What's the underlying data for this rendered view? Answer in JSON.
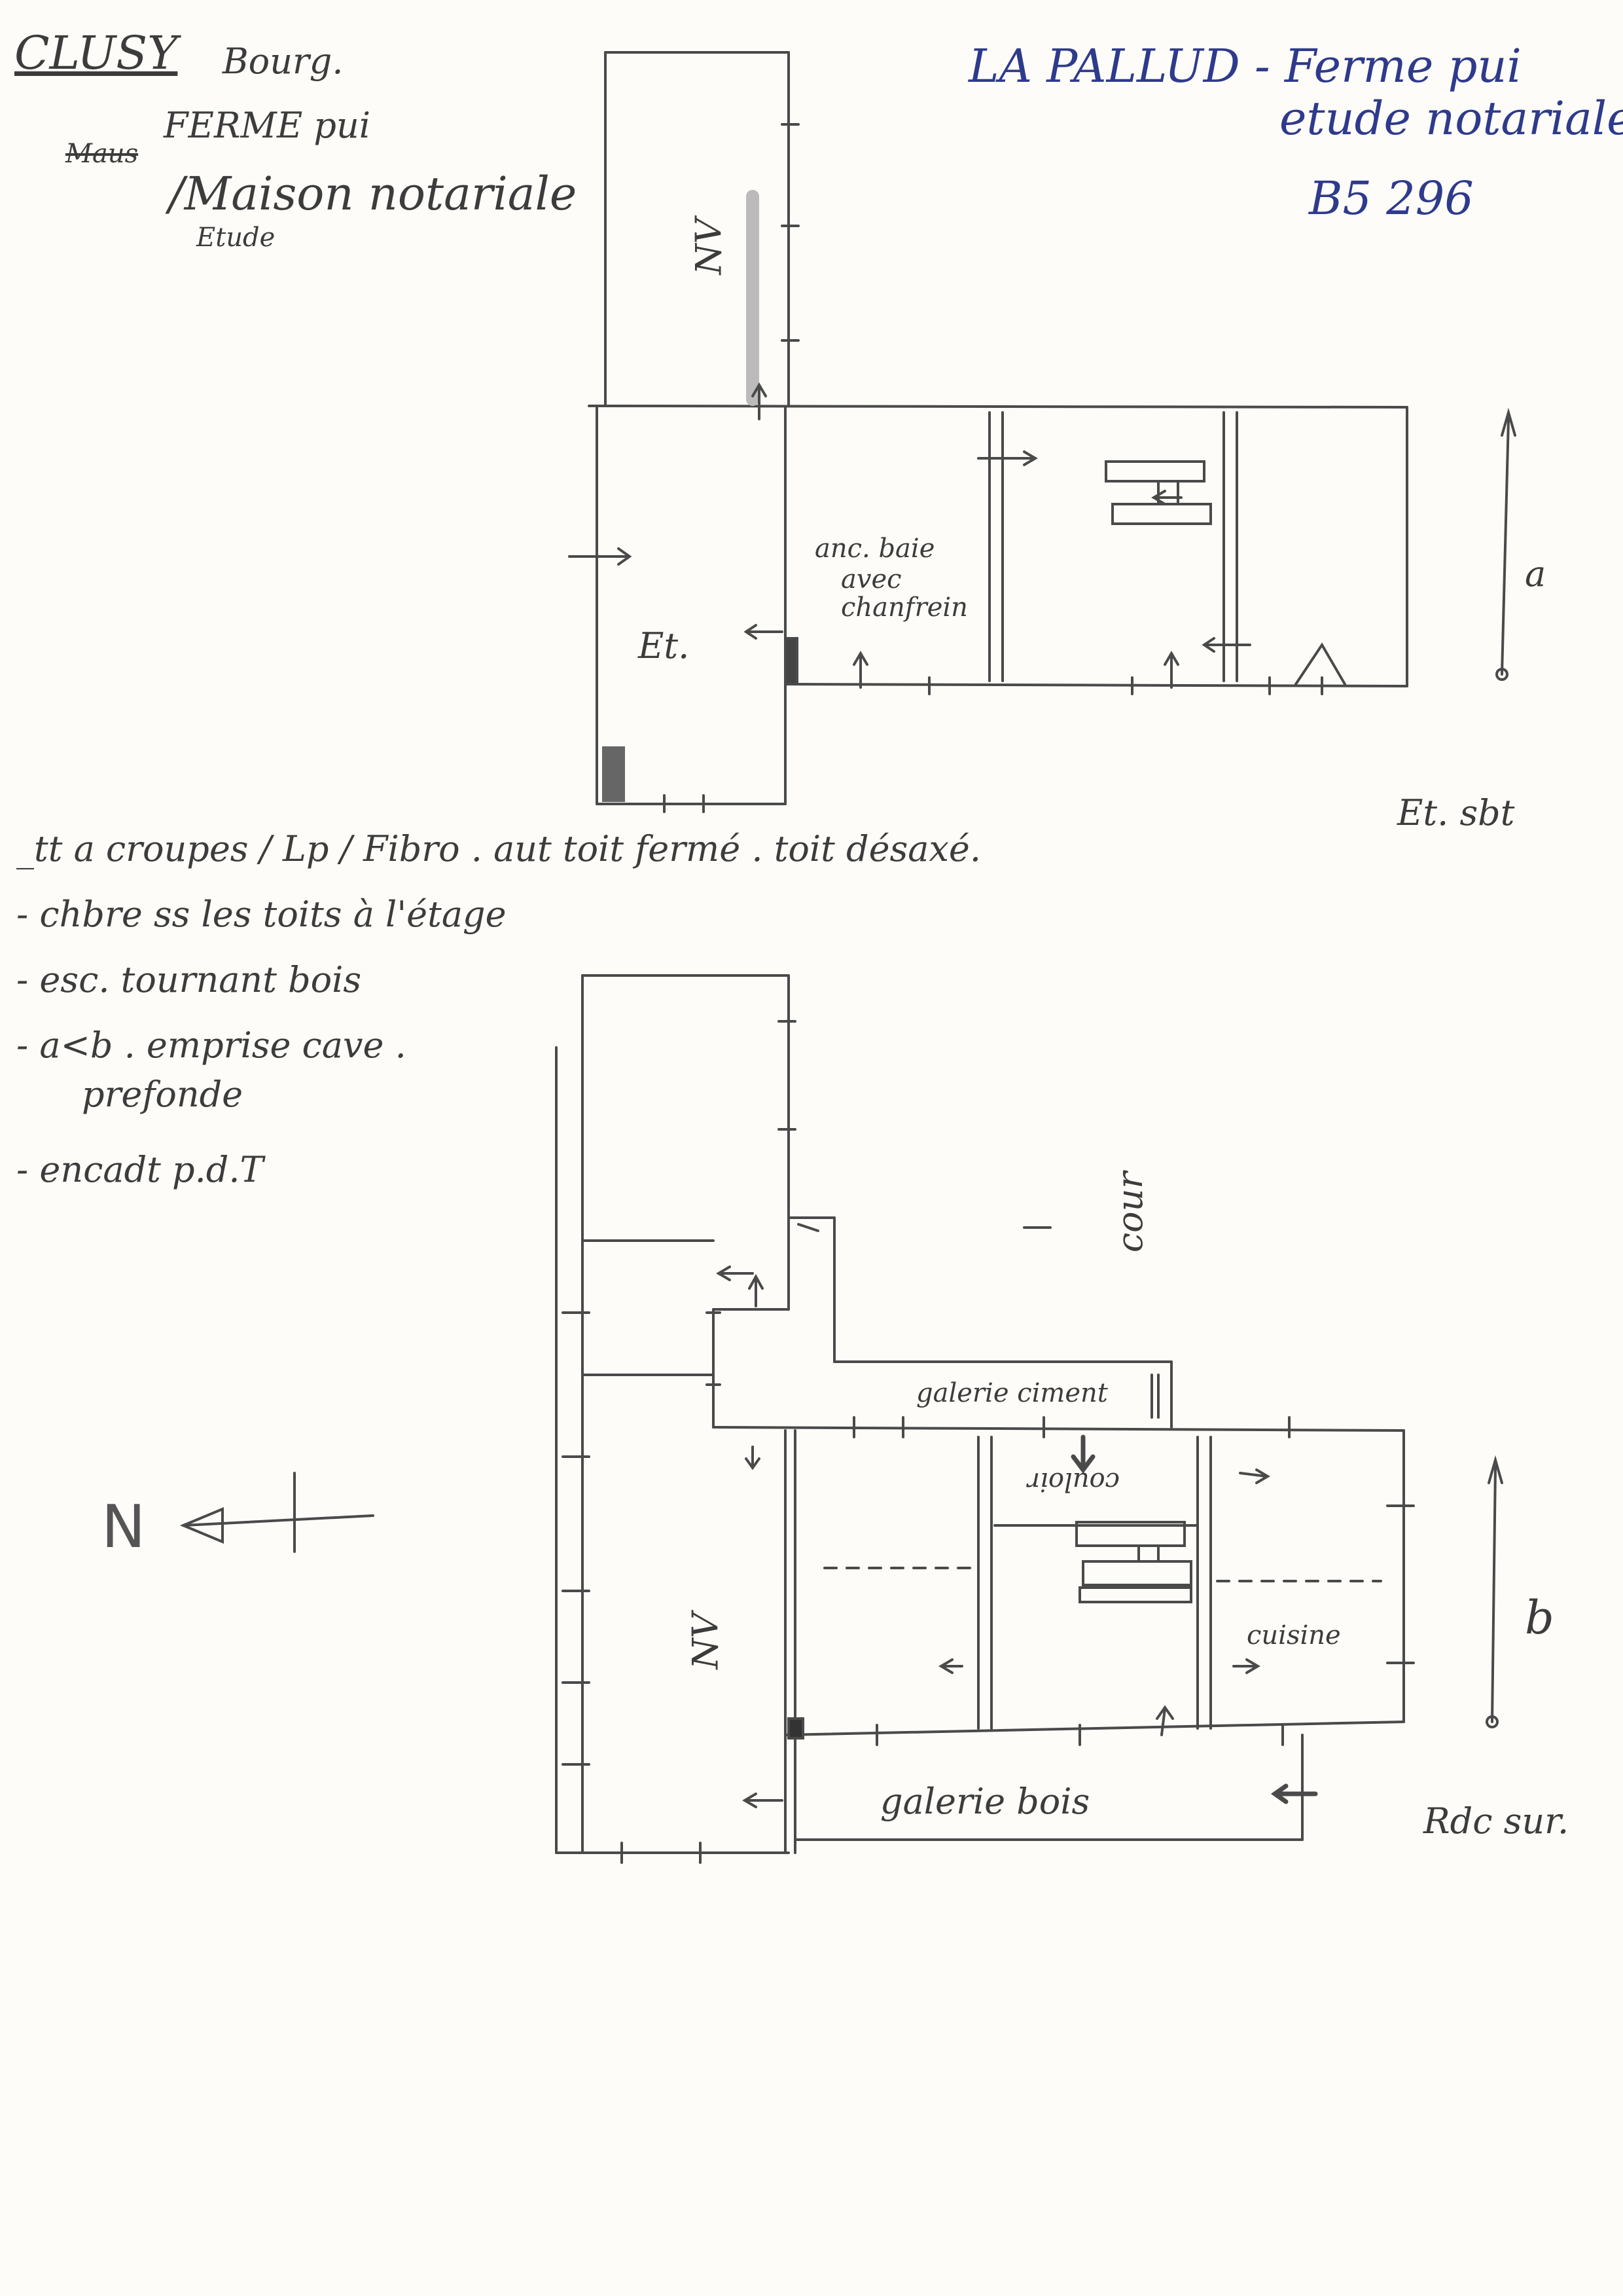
{
  "header_left": {
    "commune": "CLUSY",
    "lieu": "Bourg.",
    "struck_word": "Maus",
    "line1": "FERME pui",
    "line2": "/Maison notariale",
    "line3": "Etude"
  },
  "header_right": {
    "title": "LA PALLUD - Ferme pui",
    "subtitle": "etude notariale",
    "ref": "B5 296"
  },
  "plan_upper": {
    "label_nv": "NV",
    "label_et": "Et.",
    "annotation": [
      "anc. baie",
      "avec",
      "chanfrein"
    ],
    "dim_label": "a",
    "level_label": "Et. sbt"
  },
  "notes": [
    "_tt a croupes / Lp / Fibro . aut toit fermé . toit désaxé.",
    "- chbre ss les toits à l'étage",
    "- esc. tournant bois",
    "- a<b . emprise cave .",
    "prefonde",
    "- encadt p.d.T"
  ],
  "plan_lower": {
    "label_cour": "cour",
    "label_galerie_ciment": "galerie ciment",
    "label_couloir": "couloir",
    "label_nv": "NV",
    "label_cuisine": "cuisine",
    "label_galerie_bois": "galerie bois",
    "dim_label": "b",
    "level_label": "Rdc sur."
  },
  "north": {
    "label": "N"
  }
}
